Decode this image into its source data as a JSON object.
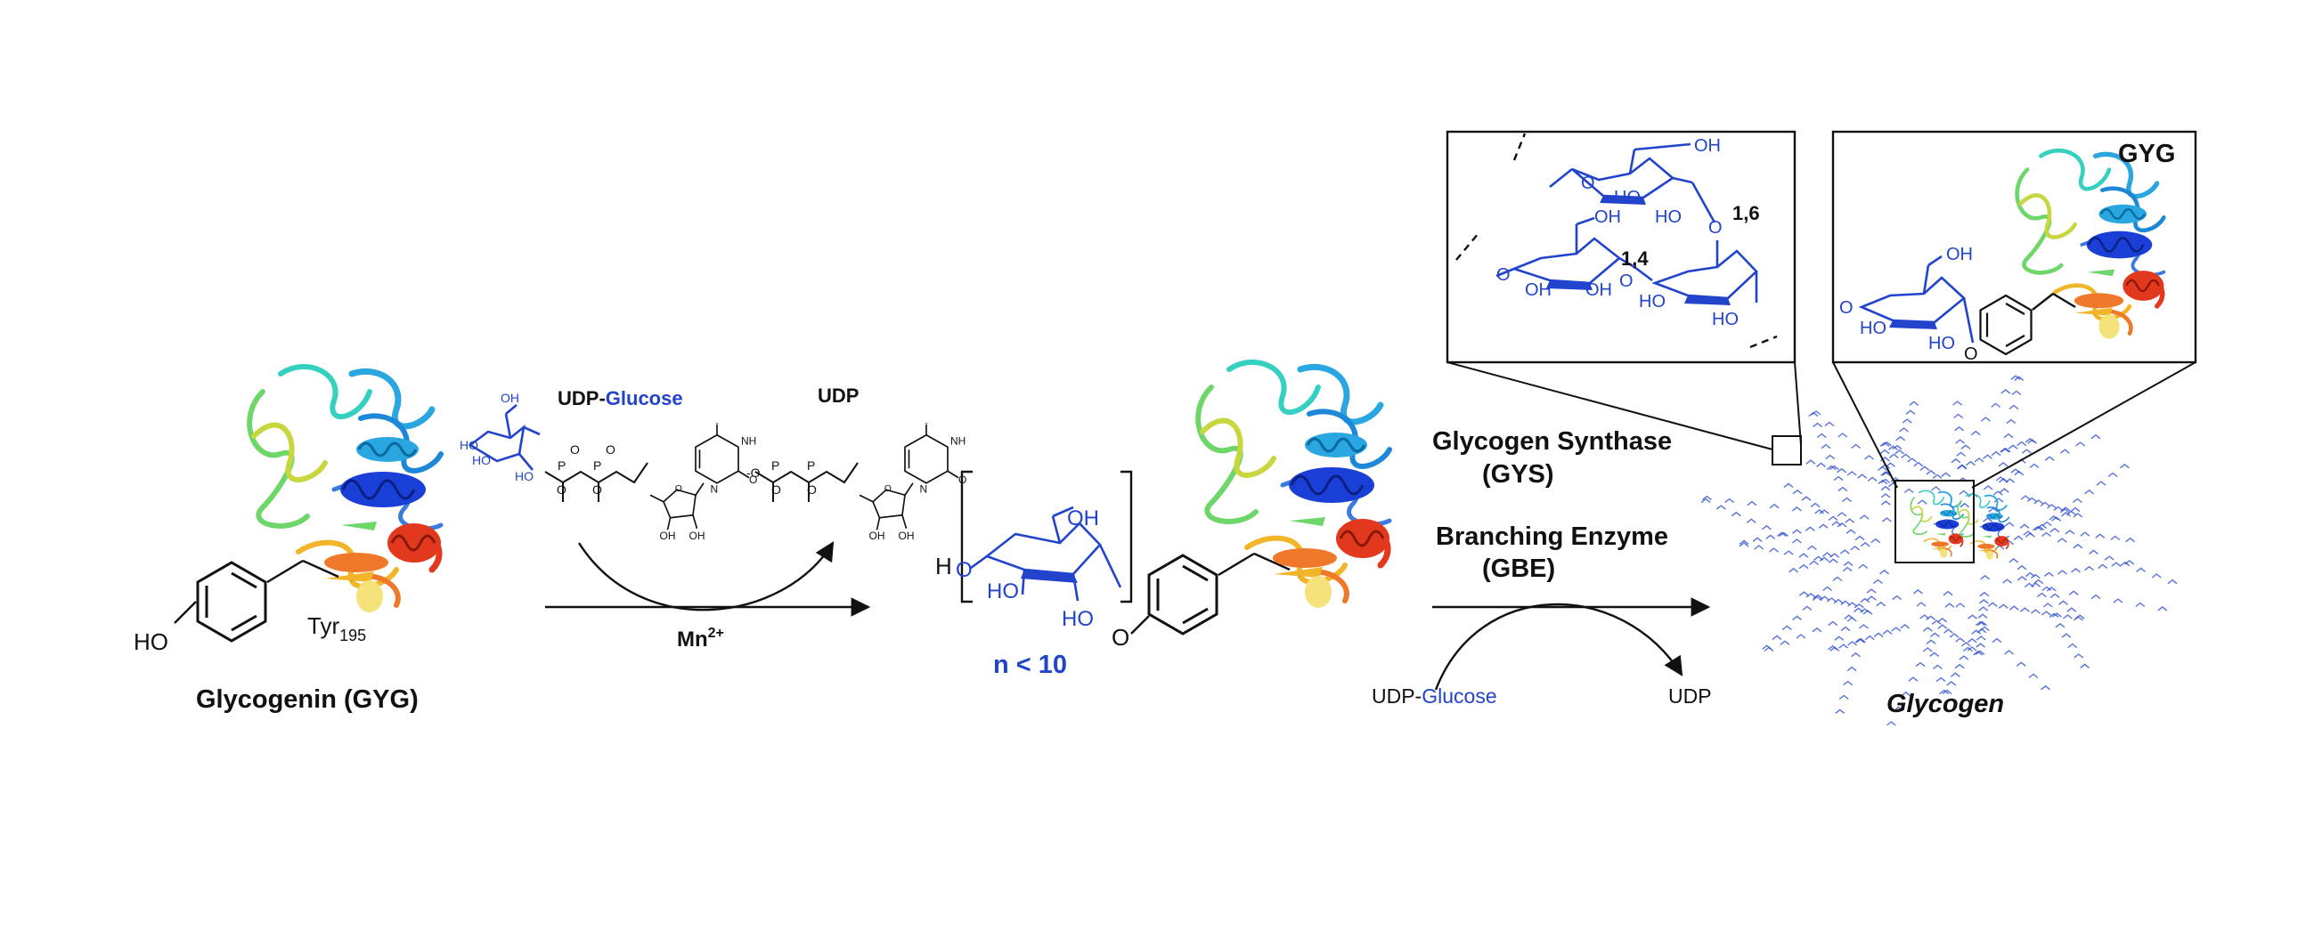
{
  "labels": {
    "glycogenin": "Glycogenin (GYG)",
    "tyr": "Tyr",
    "tyr_sub": "195",
    "ho": "HO",
    "udp_prefix": "UDP-",
    "glucose": "Glucose",
    "udp": "UDP",
    "mn": "Mn",
    "mn_sup": "2+",
    "n_less": "n < 10",
    "h": "H",
    "o": "O",
    "oh": "OH",
    "gys_line1": "Glycogen Synthase",
    "gys_line2": "(GYS)",
    "gbe_line1": "Branching Enzyme",
    "gbe_line2": "(GBE)",
    "udp_glucose2_prefix": "UDP-",
    "glucose2": "Glucose",
    "udp2": "UDP",
    "glycogen": "Glycogen",
    "gyg": "GYG",
    "link14": "1,4",
    "link16": "1,6"
  },
  "colors": {
    "sugar_blue": "#2244cc",
    "ink": "#111111",
    "protein": [
      "#1a3fd6",
      "#2aa6e0",
      "#35d0c0",
      "#6fd66a",
      "#c8d640",
      "#f2b52a",
      "#f0782a",
      "#e2391e",
      "#f5e27a"
    ]
  }
}
